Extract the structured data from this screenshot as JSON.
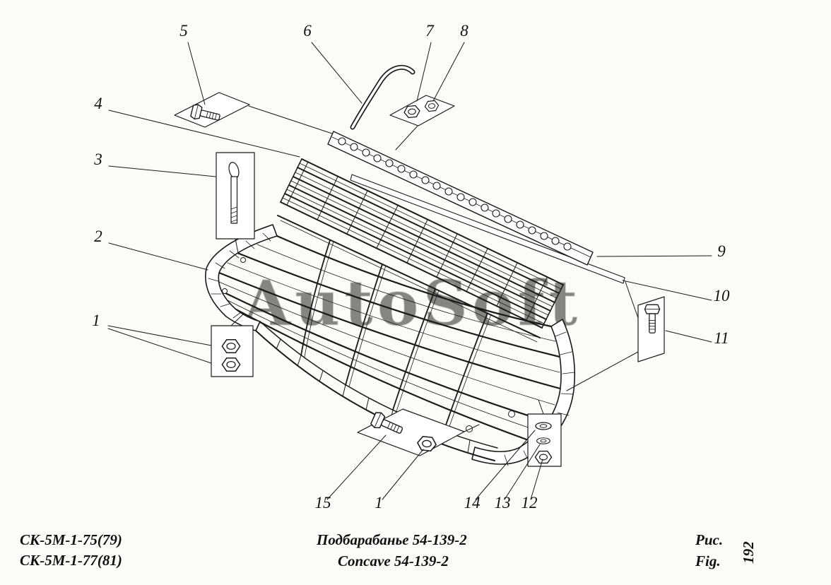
{
  "colors": {
    "ink": "#1a1a1a",
    "paper": "#fbfbfa",
    "watermark_fill": "#d9d9d9"
  },
  "watermark": "AutoSoft",
  "callouts": {
    "c5": "5",
    "c6": "6",
    "c7": "7",
    "c8": "8",
    "c4": "4",
    "c3": "3",
    "c2": "2",
    "c1_left": "1",
    "c9": "9",
    "c10": "10",
    "c11": "11",
    "c15": "15",
    "c1_bottom": "1",
    "c14": "14",
    "c13": "13",
    "c12": "12"
  },
  "footer": {
    "model_line1": "СК-5М-1-75(79)",
    "model_line2": "СК-5М-1-77(81)",
    "title_ru": "Подбарабанье 54-139-2",
    "title_en": "Concave 54-139-2",
    "figure_label_ru": "Рис.",
    "figure_label_en": "Fig.",
    "figure_number": "192"
  }
}
